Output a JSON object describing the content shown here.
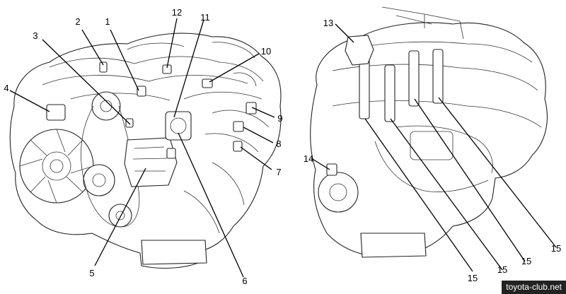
{
  "callouts": [
    {
      "id": "1",
      "text": "1"
    },
    {
      "id": "2",
      "text": "2"
    },
    {
      "id": "3",
      "text": "3"
    },
    {
      "id": "4",
      "text": "4"
    },
    {
      "id": "5",
      "text": "5"
    },
    {
      "id": "6",
      "text": "6"
    },
    {
      "id": "7",
      "text": "7"
    },
    {
      "id": "8",
      "text": "8"
    },
    {
      "id": "9",
      "text": "9"
    },
    {
      "id": "10",
      "text": "10"
    },
    {
      "id": "11",
      "text": "11"
    },
    {
      "id": "12",
      "text": "12"
    },
    {
      "id": "13",
      "text": "13"
    },
    {
      "id": "14",
      "text": "14"
    },
    {
      "id": "15a",
      "text": "15"
    },
    {
      "id": "15b",
      "text": "15"
    },
    {
      "id": "15c",
      "text": "15"
    },
    {
      "id": "15d",
      "text": "15"
    }
  ],
  "watermark": "toyota-club.net"
}
